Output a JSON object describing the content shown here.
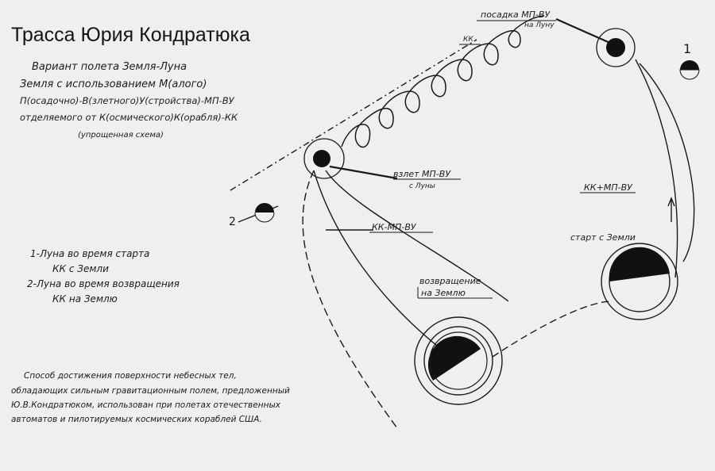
{
  "title": "Трасса Юрия Кондратюка",
  "subtitle": [
    "Вариант полета Земля-Луна",
    "Земля с использованием М(алого)",
    "П(осадочно)-В(злетного)У(стройства)-МП-ВУ",
    "отделяемого от К(осмического)К(орабля)-КК",
    "(упрощенная схема)"
  ],
  "legend": [
    "1-Луна во время старта",
    "КК с Земли",
    "2-Луна во время возвращения",
    "КК на Землю"
  ],
  "labels": {
    "landing": [
      "посадка МП-ВУ",
      "на Луну"
    ],
    "kk": "КК",
    "takeoff": [
      "взлет МП-ВУ",
      "с Луны"
    ],
    "kk_minus": "КК-МП-ВУ",
    "kk_plus": "КК+МП-ВУ",
    "start": "старт с Земли",
    "return": [
      "возвращение",
      "на Землю"
    ],
    "moon1": "1",
    "moon2": "2"
  },
  "note": [
    "Способ достижения поверхности небесных тел,",
    "обладающих сильным гравитационным полем, предложенный",
    "Ю.В.Кондратюком, использован при полетах отечественных",
    "автоматов и пилотируемых космических кораблей США."
  ],
  "colors": {
    "paper": "#efefef",
    "ink": "#1a1a1a"
  }
}
